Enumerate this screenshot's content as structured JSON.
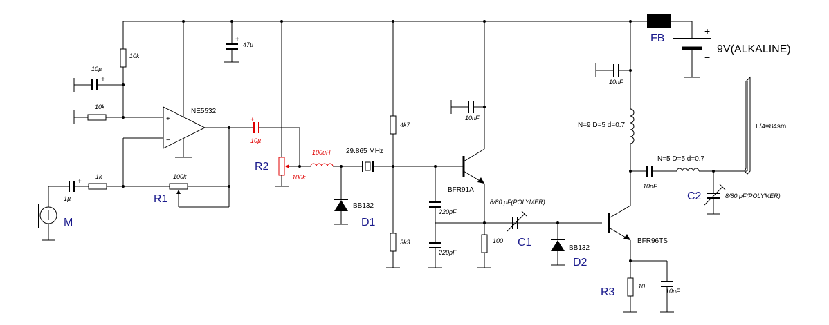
{
  "labels": {
    "c_10u_in": "10µ",
    "r_10k_top": "10k",
    "r_10k_in": "10k",
    "c_47u": "47µ",
    "opamp": "NE5532",
    "c_10u_out": "10µ",
    "c_1u": "1µ",
    "r_1k": "1k",
    "r1_value": "100k",
    "r1": "R1",
    "mic": "M",
    "r2": "R2",
    "r2_value": "100k",
    "l_100uH": "100uH",
    "crystal": "29.865 MHz",
    "d1_part": "BB132",
    "d1": "D1",
    "r_4k7": "4k7",
    "r_3k3": "3k3",
    "c_220p_a": "220pF",
    "c_220p_b": "220pF",
    "q1": "BFR91A",
    "c_10n_q1": "10nF",
    "r_100": "100",
    "c1_value": "8/80 pF(POLYMER)",
    "c1": "C1",
    "d2_part": "BB132",
    "d2": "D2",
    "q2": "BFR96TS",
    "r3": "R3",
    "r3_value": "10",
    "c_10n_r3": "10nF",
    "c_10n_top": "10nF",
    "l_big": "N=9 D=5 d=0.7",
    "l_small": "N=5 D=5 d=0.7",
    "c_10n_out": "10nF",
    "c2": "C2",
    "c2_value": "8/80 pF(POLYMER)",
    "antenna": "L/4=84sm",
    "fb": "FB",
    "battery": "9V(ALKALINE)",
    "plus": "+",
    "minus": "−"
  },
  "colors": {
    "wire": "#000000",
    "highlight": "#e00000",
    "designator": "#1a1a8c"
  }
}
